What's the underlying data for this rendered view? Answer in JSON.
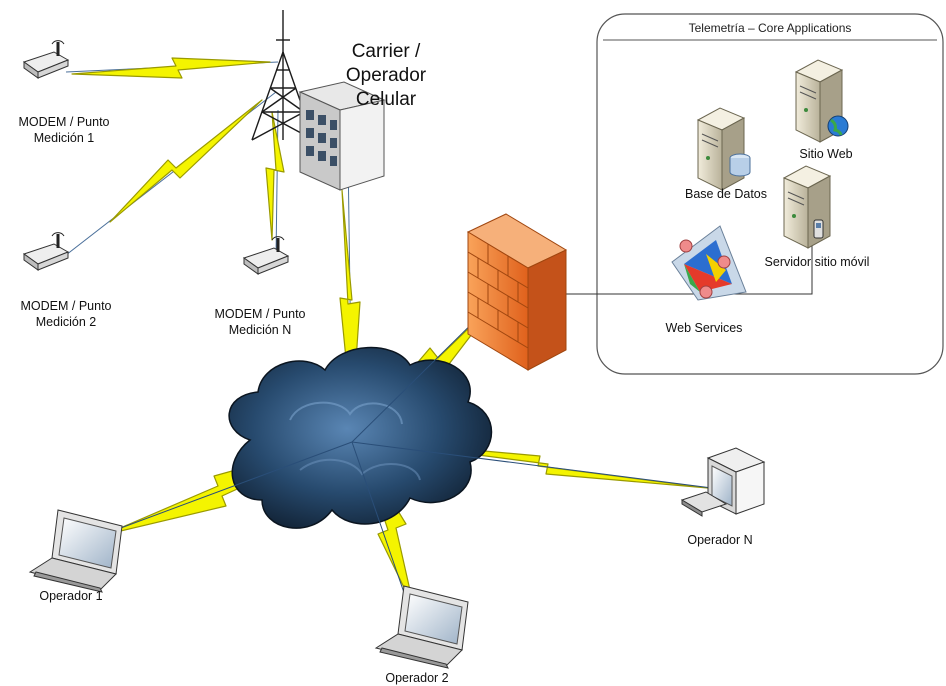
{
  "carrier": {
    "line1": "Carrier / Operador",
    "line2": "Celular"
  },
  "core": {
    "title": "Telemetría – Core Applications",
    "database": "Base de Datos",
    "website": "Sitio Web",
    "mobile_server": "Servidor sitio móvil",
    "web_services": "Web Services"
  },
  "modems": [
    {
      "line1": "MODEM / Punto",
      "line2": "Medición 1"
    },
    {
      "line1": "MODEM / Punto",
      "line2": "Medición 2"
    },
    {
      "line1": "MODEM / Punto",
      "line2": "Medición N"
    }
  ],
  "operators": [
    "Operador 1",
    "Operador 2",
    "Operador N"
  ],
  "colors": {
    "bolt": "#f4f400",
    "bolt_stroke": "#a8a800",
    "cloud": "#1c3550",
    "firewall": "#f07a2e",
    "server": "#d8d2bc",
    "panel_border": "#555555"
  },
  "icons": [
    "antenna-tower-icon",
    "building-icon",
    "modem-icon",
    "cloud-icon",
    "firewall-icon",
    "server-icon",
    "database-icon",
    "globe-icon",
    "mobile-phone-icon",
    "web-services-icon",
    "laptop-icon",
    "desktop-computer-icon",
    "lightning-link-icon"
  ]
}
